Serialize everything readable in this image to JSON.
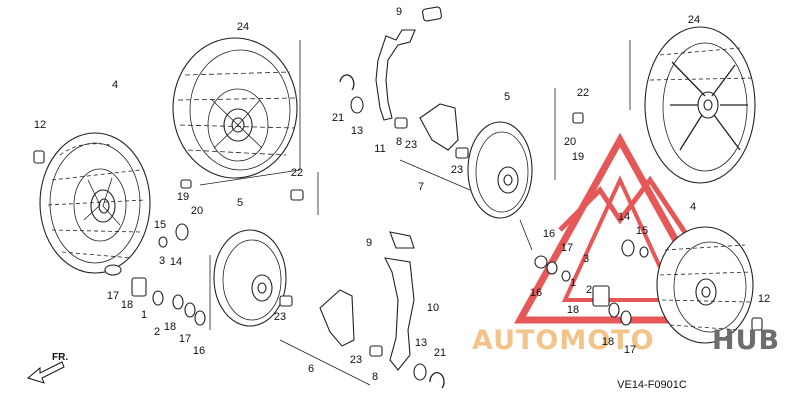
{
  "diagram": {
    "code": "VE14-F0901C",
    "direction_label": "FR."
  },
  "watermark": {
    "text_a": "AUTOMOTO",
    "text_b": "HUB",
    "color_a": "#f3c38a",
    "color_b": "#6d6d6d",
    "color_logo": "#e23b3b"
  },
  "callouts": [
    {
      "text": "9"
    },
    {
      "text": "24"
    },
    {
      "text": "24"
    },
    {
      "text": "4"
    },
    {
      "text": "12"
    },
    {
      "text": "21"
    },
    {
      "text": "13"
    },
    {
      "text": "11"
    },
    {
      "text": "8"
    },
    {
      "text": "23"
    },
    {
      "text": "7"
    },
    {
      "text": "23"
    },
    {
      "text": "5"
    },
    {
      "text": "22"
    },
    {
      "text": "20"
    },
    {
      "text": "19"
    },
    {
      "text": "19"
    },
    {
      "text": "20"
    },
    {
      "text": "22"
    },
    {
      "text": "5"
    },
    {
      "text": "15"
    },
    {
      "text": "14"
    },
    {
      "text": "3"
    },
    {
      "text": "17"
    },
    {
      "text": "18"
    },
    {
      "text": "1"
    },
    {
      "text": "2"
    },
    {
      "text": "18"
    },
    {
      "text": "17"
    },
    {
      "text": "16"
    },
    {
      "text": "9"
    },
    {
      "text": "10"
    },
    {
      "text": "23"
    },
    {
      "text": "6"
    },
    {
      "text": "23"
    },
    {
      "text": "8"
    },
    {
      "text": "13"
    },
    {
      "text": "21"
    },
    {
      "text": "16"
    },
    {
      "text": "17"
    },
    {
      "text": "16"
    },
    {
      "text": "3"
    },
    {
      "text": "1"
    },
    {
      "text": "2"
    },
    {
      "text": "18"
    },
    {
      "text": "18"
    },
    {
      "text": "17"
    },
    {
      "text": "14"
    },
    {
      "text": "15"
    },
    {
      "text": "4"
    },
    {
      "text": "12"
    }
  ]
}
